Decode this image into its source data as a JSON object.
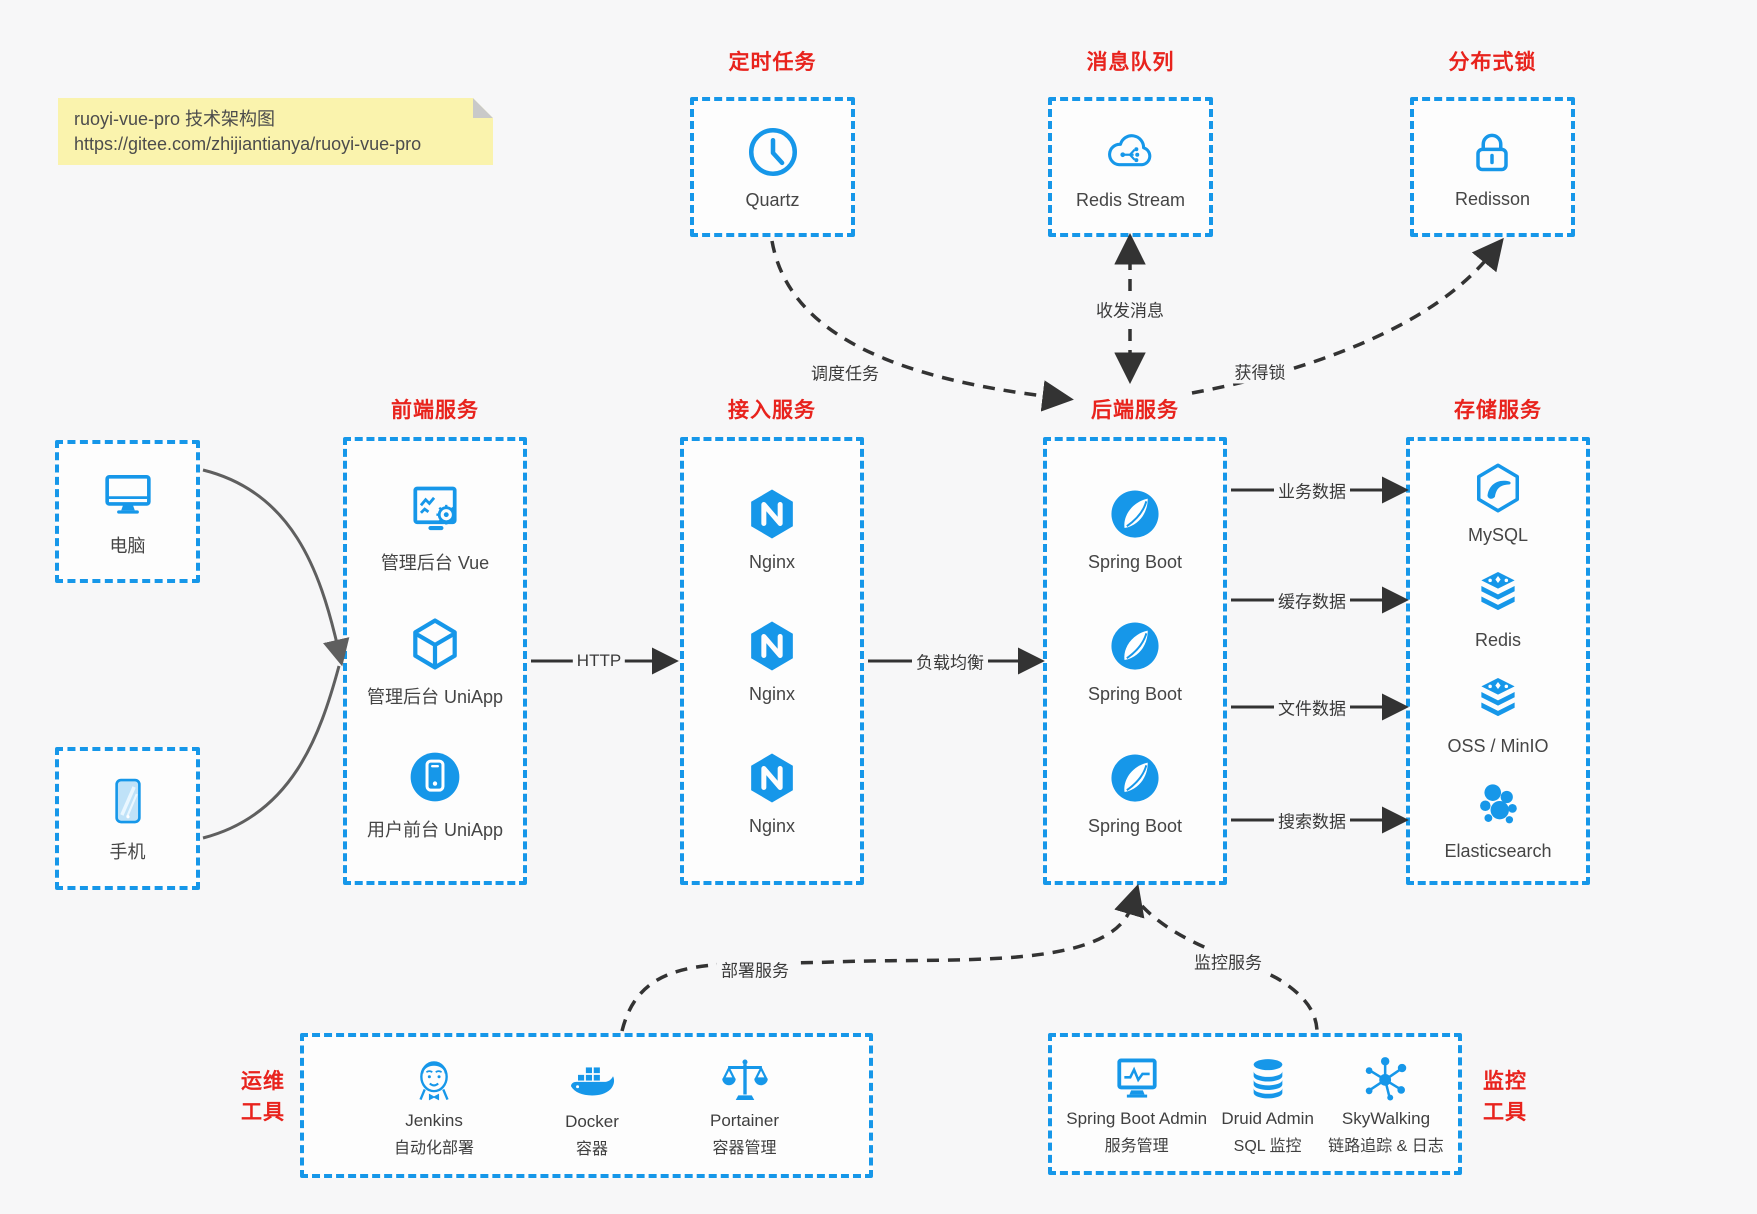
{
  "note": {
    "line1": "ruoyi-vue-pro 技术架构图",
    "line2": "https://gitee.com/zhijiantianya/ruoyi-vue-pro"
  },
  "colors": {
    "accent_blue": "#1697e9",
    "title_red": "#e8231d",
    "canvas_bg": "#f7f7f8",
    "box_bg": "#fdfdfd",
    "note_bg": "#faf3ad",
    "arrow": "#333333"
  },
  "devices": {
    "computer": {
      "label": "电脑",
      "icon": "desktop-icon"
    },
    "phone": {
      "label": "手机",
      "icon": "mobile-icon"
    }
  },
  "groups": {
    "scheduler": {
      "title": "定时任务",
      "items": [
        {
          "label": "Quartz",
          "icon": "clock-icon"
        }
      ]
    },
    "mq": {
      "title": "消息队列",
      "items": [
        {
          "label": "Redis Stream",
          "icon": "cloud-stream-icon"
        }
      ]
    },
    "lock": {
      "title": "分布式锁",
      "items": [
        {
          "label": "Redisson",
          "icon": "lock-icon"
        }
      ]
    },
    "frontend": {
      "title": "前端服务",
      "items": [
        {
          "label": "管理后台 Vue",
          "icon": "admin-monitor-gear-icon"
        },
        {
          "label": "管理后台 UniApp",
          "icon": "cube-icon"
        },
        {
          "label": "用户前台 UniApp",
          "icon": "phone-circle-icon"
        }
      ]
    },
    "gateway": {
      "title": "接入服务",
      "items": [
        {
          "label": "Nginx",
          "icon": "nginx-icon"
        },
        {
          "label": "Nginx",
          "icon": "nginx-icon"
        },
        {
          "label": "Nginx",
          "icon": "nginx-icon"
        }
      ]
    },
    "backend": {
      "title": "后端服务",
      "items": [
        {
          "label": "Spring Boot",
          "icon": "spring-icon"
        },
        {
          "label": "Spring Boot",
          "icon": "spring-icon"
        },
        {
          "label": "Spring Boot",
          "icon": "spring-icon"
        }
      ]
    },
    "storage": {
      "title": "存储服务",
      "items": [
        {
          "label": "MySQL",
          "icon": "mysql-icon"
        },
        {
          "label": "Redis",
          "icon": "stack-icon"
        },
        {
          "label": "OSS / MinIO",
          "icon": "stack-icon"
        },
        {
          "label": "Elasticsearch",
          "icon": "elasticsearch-icon"
        }
      ]
    },
    "ops": {
      "title_line1": "运维",
      "title_line2": "工具",
      "items": [
        {
          "name": "Jenkins",
          "sub": "自动化部署",
          "icon": "jenkins-icon"
        },
        {
          "name": "Docker",
          "sub": "容器",
          "icon": "docker-icon"
        },
        {
          "name": "Portainer",
          "sub": "容器管理",
          "icon": "portainer-icon"
        }
      ]
    },
    "monitoring": {
      "title_line1": "监控",
      "title_line2": "工具",
      "items": [
        {
          "name": "Spring Boot Admin",
          "sub": "服务管理",
          "icon": "monitor-pulse-icon"
        },
        {
          "name": "Druid Admin",
          "sub": "SQL 监控",
          "icon": "database-icon"
        },
        {
          "name": "SkyWalking",
          "sub": "链路追踪 & 日志",
          "icon": "graph-nodes-icon"
        }
      ]
    }
  },
  "edges": {
    "http": "HTTP",
    "load_balance": "负载均衡",
    "biz_data": "业务数据",
    "cache_data": "缓存数据",
    "file_data": "文件数据",
    "search_data": "搜索数据",
    "schedule": "调度任务",
    "messaging": "收发消息",
    "acquire_lock": "获得锁",
    "deploy": "部署服务",
    "monitor": "监控服务"
  }
}
